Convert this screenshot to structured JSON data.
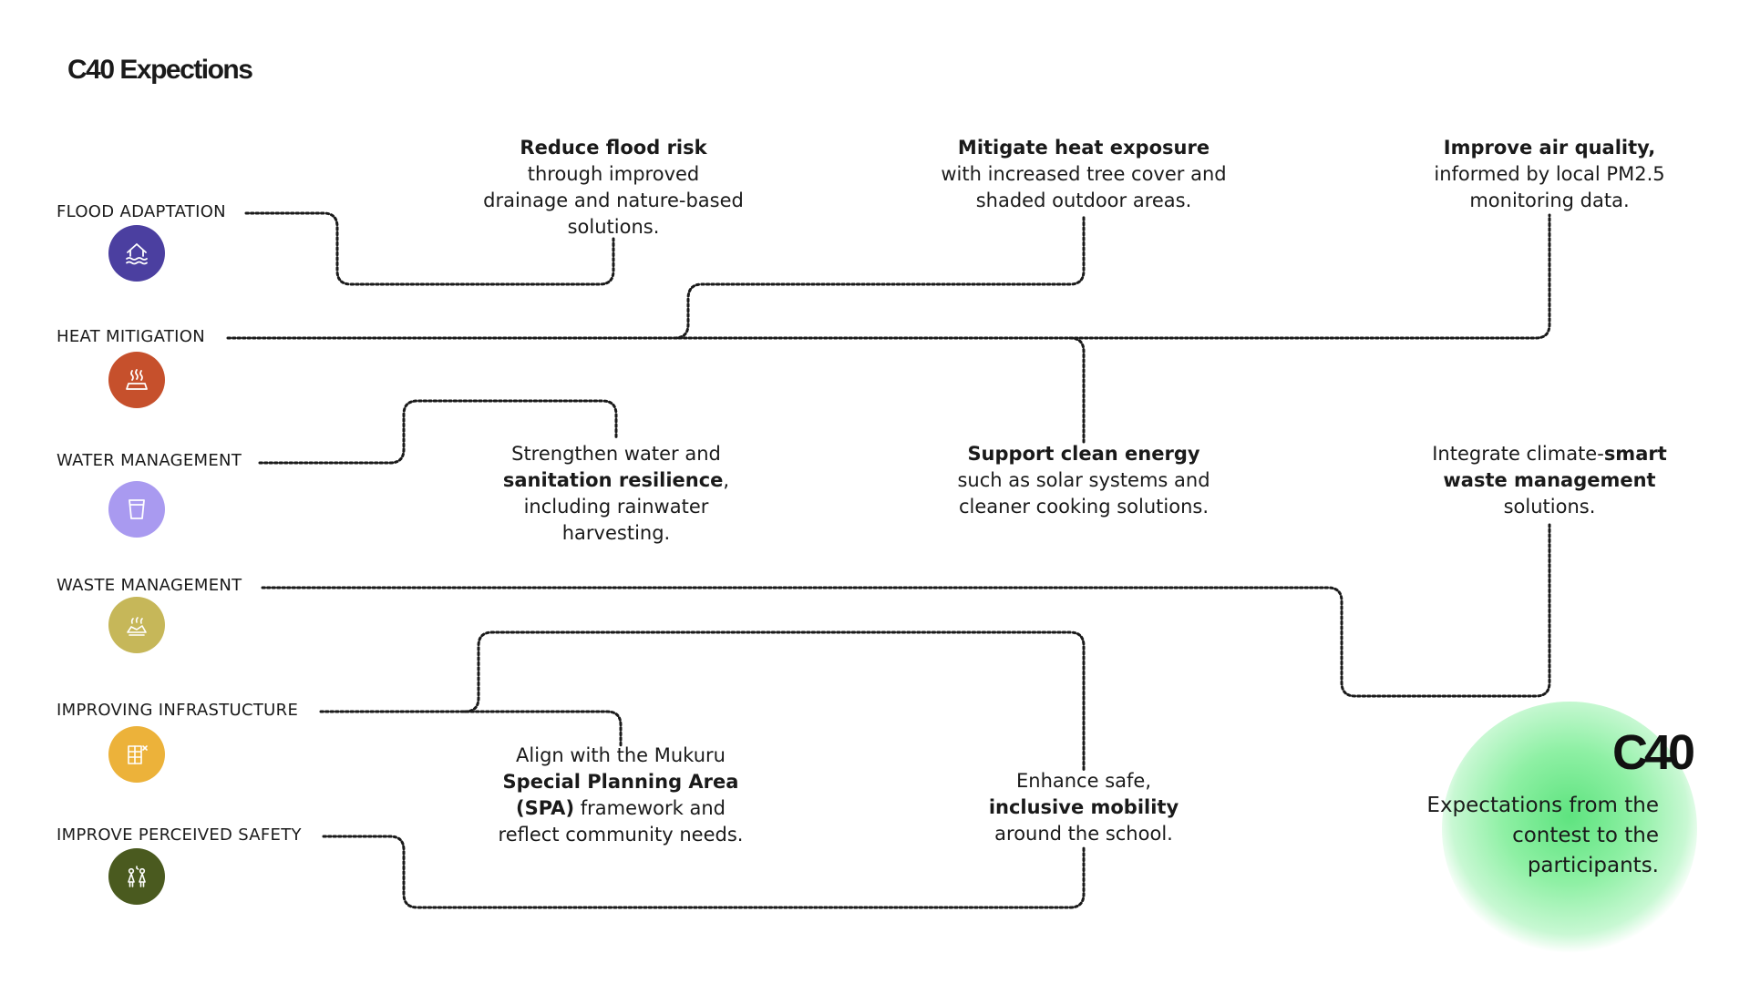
{
  "title": "C40 Expections",
  "categories": [
    {
      "label": "FLOOD  ADAPTATION",
      "icon": "flood-house-icon",
      "color": "#4b3fa0"
    },
    {
      "label": "HEAT  MITIGATION",
      "icon": "heat-icon",
      "color": "#c6502c"
    },
    {
      "label": "WATER MANAGEMENT",
      "icon": "water-glass-icon",
      "color": "#a99af0"
    },
    {
      "label": "WASTE  MANAGEMENT",
      "icon": "waste-icon",
      "color": "#c6b759"
    },
    {
      "label": "IMPROVING INFRASTUCTURE",
      "icon": "infrastructure-icon",
      "color": "#ecb23a"
    },
    {
      "label": "IMPROVE  PERCEIVED SAFETY",
      "icon": "community-safety-icon",
      "color": "#4a5a1f"
    }
  ],
  "goals": {
    "flood": {
      "bold": "Reduce flood risk",
      "rest": "through improved drainage and nature-based solutions."
    },
    "heat": {
      "bold": "Mitigate heat exposure",
      "rest": "with increased tree cover and shaded outdoor areas."
    },
    "air": {
      "bold": "Improve air quality,",
      "rest": "informed by local PM2.5 monitoring data."
    },
    "water": {
      "pre": "Strengthen water and ",
      "bold": "sanitation resilience",
      "rest": ", including rainwater harvesting."
    },
    "energy": {
      "bold": "Support clean energy",
      "rest": "such as solar systems and cleaner cooking solutions."
    },
    "waste": {
      "pre": "Integrate climate-",
      "bold": "smart waste management",
      "rest": "solutions."
    },
    "infra": {
      "pre": "Align with the Mukuru ",
      "bold": "Special Planning Area (SPA)",
      "rest": " framework and reflect community needs."
    },
    "mobility": {
      "pre": "Enhance safe, ",
      "bold": "inclusive mobility",
      "rest": "around the school."
    }
  },
  "logo": {
    "text": "C40",
    "caption": "Expectations from the contest to the participants."
  },
  "colors": {
    "connector": "#1a1a1a",
    "glow": "#5ee37f"
  }
}
